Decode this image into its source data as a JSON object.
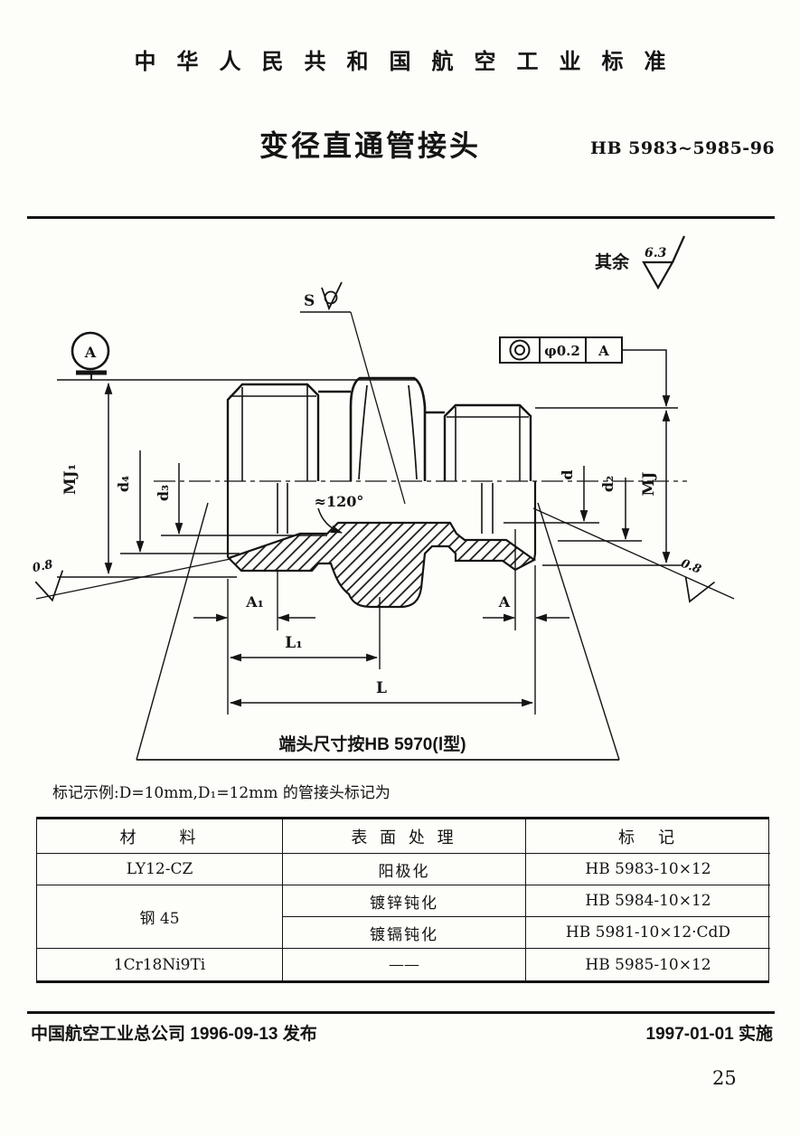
{
  "header": {
    "country_standard": "中华人民共和国航空工业标准",
    "title": "变径直通管接头",
    "standard_no": "HB 5983~5985-96"
  },
  "drawing": {
    "surplus_label": "其余",
    "surplus_roughness": "6.3",
    "s_label": "S",
    "datum_label": "A",
    "tolerance_value": "φ0.2",
    "tolerance_datum": "A",
    "angle_note": "≈120°",
    "roughness_left": "0.8",
    "roughness_right": "0.8",
    "dim_mj1": "MJ₁",
    "dim_d4": "d₄",
    "dim_d3": "d₃",
    "dim_d": "d",
    "dim_d2": "d₂",
    "dim_mj": "MJ",
    "dim_a1": "A₁",
    "dim_a": "A",
    "dim_l1": "L₁",
    "dim_l": "L",
    "end_note": "端头尺寸按HB 5970(Ⅰ型)"
  },
  "example_line": "标记示例:D=10mm,D₁=12mm 的管接头标记为",
  "table": {
    "headers": [
      "材　　料",
      "表 面 处 理",
      "标　记"
    ],
    "col1": [
      "LY12-CZ",
      "钢 45",
      "1Cr18Ni9Ti"
    ],
    "treatments": [
      "阳极化",
      "镀锌钝化",
      "镀镉钝化",
      "——"
    ],
    "markings": [
      "HB 5983-10×12",
      "HB 5984-10×12",
      "HB 5981-10×12·CdD",
      "HB 5985-10×12"
    ]
  },
  "footer": {
    "publisher": "中国航空工业总公司 1996-09-13 发布",
    "implementation": "1997-01-01 实施",
    "page_number": "25"
  },
  "colors": {
    "ink": "#141414",
    "paper": "#fdfdfa"
  }
}
